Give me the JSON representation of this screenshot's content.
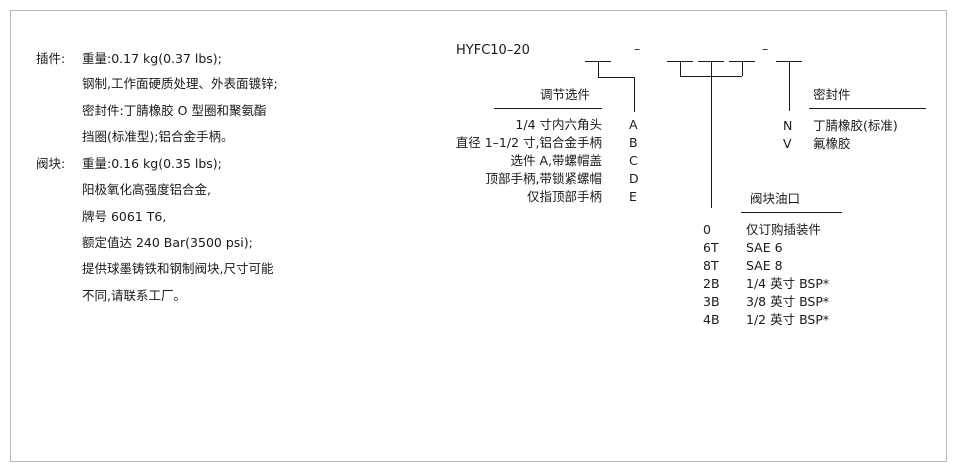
{
  "spec": {
    "material_label": "插件:",
    "material_lines": [
      "重量:0.17 kg(0.37 lbs);",
      "钢制,工作面硬质处理、外表面镀锌;",
      "密封件:丁腈橡胶 O 型圈和聚氨酯",
      "挡圈(标准型);铝合金手柄。"
    ],
    "block_label": "阀块:",
    "block_lines": [
      "重量:0.16 kg(0.35 lbs);",
      "阳极氧化高强度铝合金,",
      "牌号 6061 T6,",
      "额定值达 240 Bar(3500 psi);",
      "提供球墨铸铁和钢制阀块,尺寸可能",
      "不同,请联系工厂。"
    ]
  },
  "model": {
    "code": "HYFC10–20",
    "dash_1": "–",
    "dash_2": "–"
  },
  "adjust": {
    "title": "调节选件",
    "options": [
      {
        "desc": "1/4 寸内六角头",
        "code": "A"
      },
      {
        "desc": "直径 1–1/2 寸,铝合金手柄",
        "code": "B"
      },
      {
        "desc": "选件 A,带螺帽盖",
        "code": "C"
      },
      {
        "desc": "顶部手柄,带锁紧螺帽",
        "code": "D"
      },
      {
        "desc": "仅指顶部手柄",
        "code": "E"
      }
    ]
  },
  "seal": {
    "title": "密封件",
    "options": [
      {
        "code": "N",
        "desc": "丁腈橡胶(标准)"
      },
      {
        "code": "V",
        "desc": "氟橡胶"
      }
    ]
  },
  "ports": {
    "title": "阀块油口",
    "options": [
      {
        "code": "0",
        "desc": "仅订购插装件"
      },
      {
        "code": "6T",
        "desc": "SAE 6"
      },
      {
        "code": "8T",
        "desc": "SAE 8"
      },
      {
        "code": "2B",
        "desc": "1/4 英寸 BSP*"
      },
      {
        "code": "3B",
        "desc": "3/8 英寸 BSP*"
      },
      {
        "code": "4B",
        "desc": "1/2 英寸 BSP*"
      }
    ]
  }
}
